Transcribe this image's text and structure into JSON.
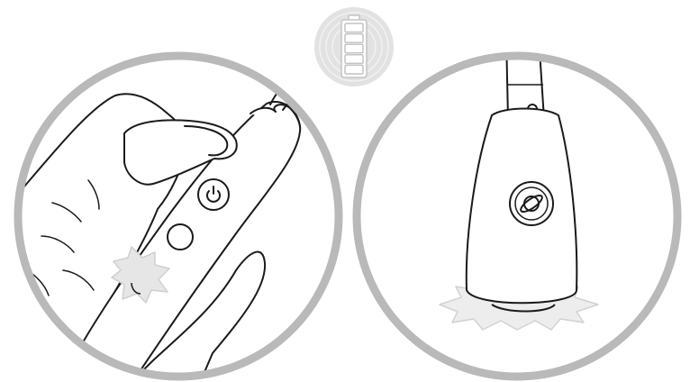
{
  "battery": {
    "level": 1.0,
    "segments": 5,
    "icon": "battery-full-icon"
  },
  "panels": [
    {
      "name": "hand-pressing-power-button",
      "icon": "power-icon"
    },
    {
      "name": "device-standing-on-base",
      "icon": "planet-icon"
    }
  ],
  "colors": {
    "ring": "#b9b9b9",
    "line": "#1a1a1a",
    "badge": "#e2e2e2",
    "glow": "#d6d6d6"
  }
}
